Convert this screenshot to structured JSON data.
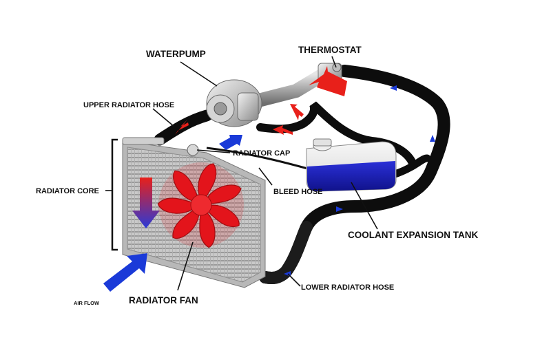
{
  "labels": {
    "waterpump": "WATERPUMP",
    "thermostat": "THERMOSTAT",
    "upper_radiator_hose": "UPPER RADIATOR HOSE",
    "radiator_cap": "RADIATOR CAP",
    "radiator_core": "RADIATOR CORE",
    "bleed_hose": "BLEED HOSE",
    "coolant_expansion_tank": "COOLANT EXPANSION TANK",
    "lower_radiator_hose": "LOWER RADIATOR HOSE",
    "radiator_fan": "RADIATOR FAN",
    "air_flow": "AIR FLOW"
  },
  "colors": {
    "hot_coolant": "#e8201a",
    "cold_coolant": "#1a3ad8",
    "hose": "#0d0d0d",
    "fan": "#e3141b",
    "coolant_fill": "#1d1fb8",
    "air_flow_arrow": "#1a3ad8"
  }
}
